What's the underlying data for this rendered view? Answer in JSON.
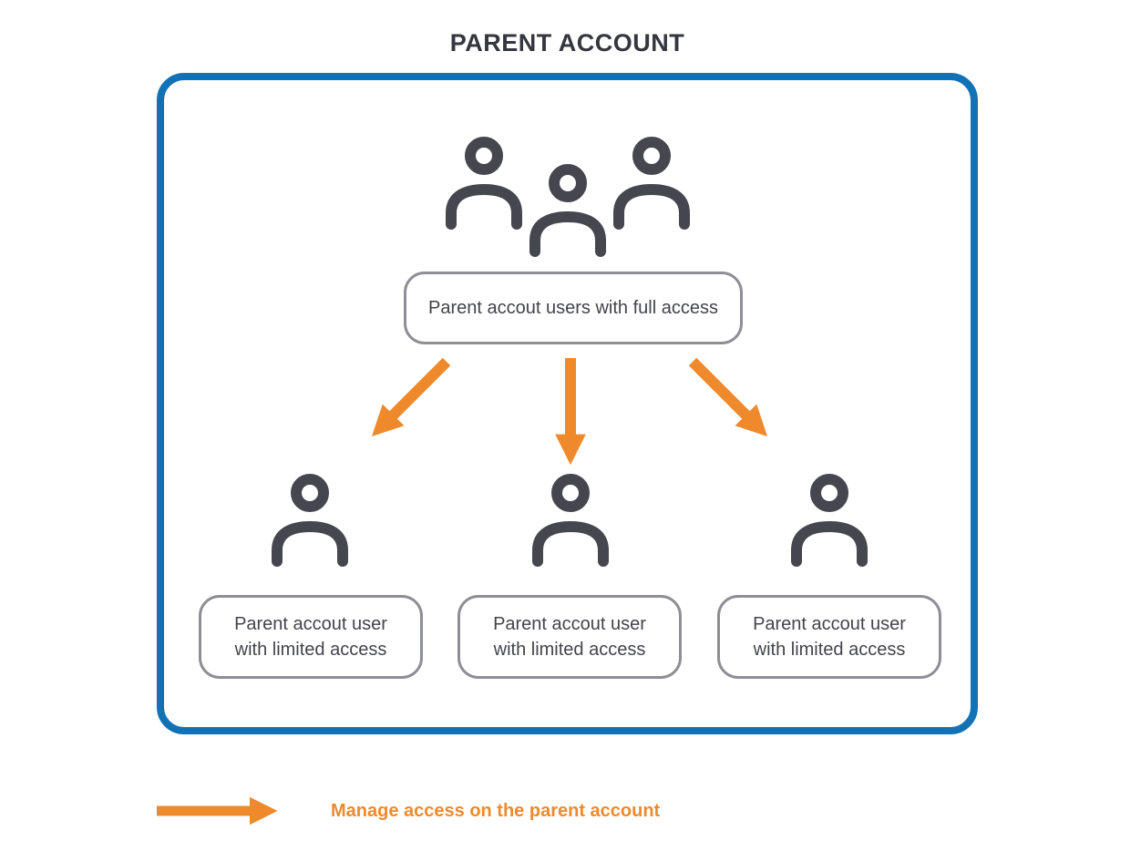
{
  "title": "PARENT ACCOUNT",
  "diagram": {
    "full_access_node": {
      "label": "Parent accout users with full access"
    },
    "limited_nodes": [
      {
        "lines": [
          "Parent accout user",
          "with limited access"
        ]
      },
      {
        "lines": [
          "Parent accout user",
          "with limited access"
        ]
      },
      {
        "lines": [
          "Parent accout user",
          "with limited access"
        ]
      }
    ]
  },
  "legend": {
    "label": "Manage access on the parent account"
  },
  "colors": {
    "frame_blue": "#1272b5",
    "arrow_orange": "#ee8a2c",
    "icon_dark_gray": "#45464e",
    "node_border_gray": "#8e8e96",
    "text_dark": "#43444c",
    "title_dark": "#35363e"
  }
}
